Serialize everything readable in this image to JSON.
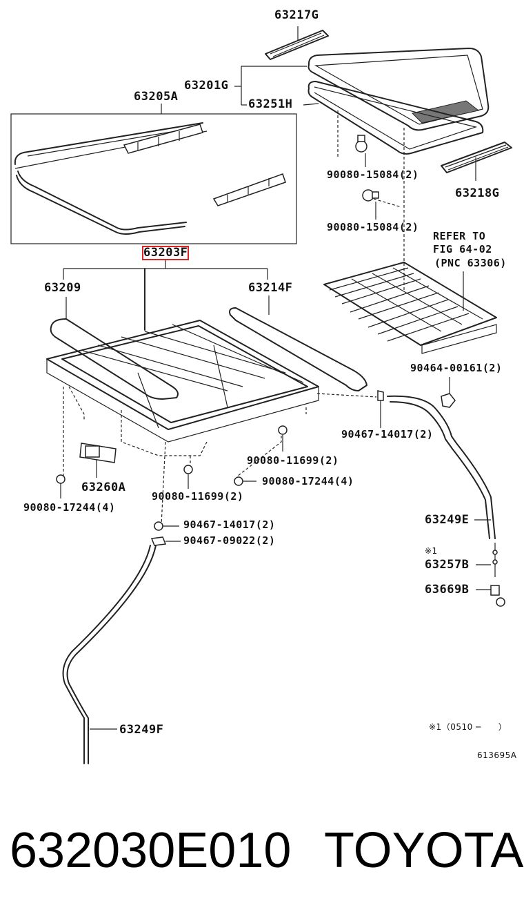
{
  "labels": {
    "p63217G": "63217G",
    "p63201G": "63201G",
    "p63251H": "63251H",
    "p63205A": "63205A",
    "p90080_15084_a": "90080-15084(2)",
    "p90080_15084_b": "90080-15084(2)",
    "p63218G": "63218G",
    "p63203F": "63203F",
    "refer1": "REFER TO",
    "refer2": "FIG 64-02",
    "refer3": "(PNC 63306)",
    "p63209": "63209",
    "p63214F": "63214F",
    "p90464_00161": "90464-00161(2)",
    "p90467_14017_a": "90467-14017(2)",
    "p90080_11699_a": "90080-11699(2)",
    "p90080_17244_a": "90080-17244(4)",
    "p63260A": "63260A",
    "p90080_17244_b": "90080-17244(4)",
    "p90080_11699_b": "90080-11699(2)",
    "p63249E": "63249E",
    "p90467_14017_b": "90467-14017(2)",
    "p90467_09022": "90467-09022(2)",
    "note_mark": "※1",
    "p63257B": "63257B",
    "p63669B": "63669B",
    "p63249F": "63249F",
    "note_range": "※1（0510 ─　　）",
    "figure_id": "613695A"
  },
  "footer": {
    "part_number": "632030E010",
    "brand": "TOYOTA"
  },
  "highlight_color": "#dd2222"
}
